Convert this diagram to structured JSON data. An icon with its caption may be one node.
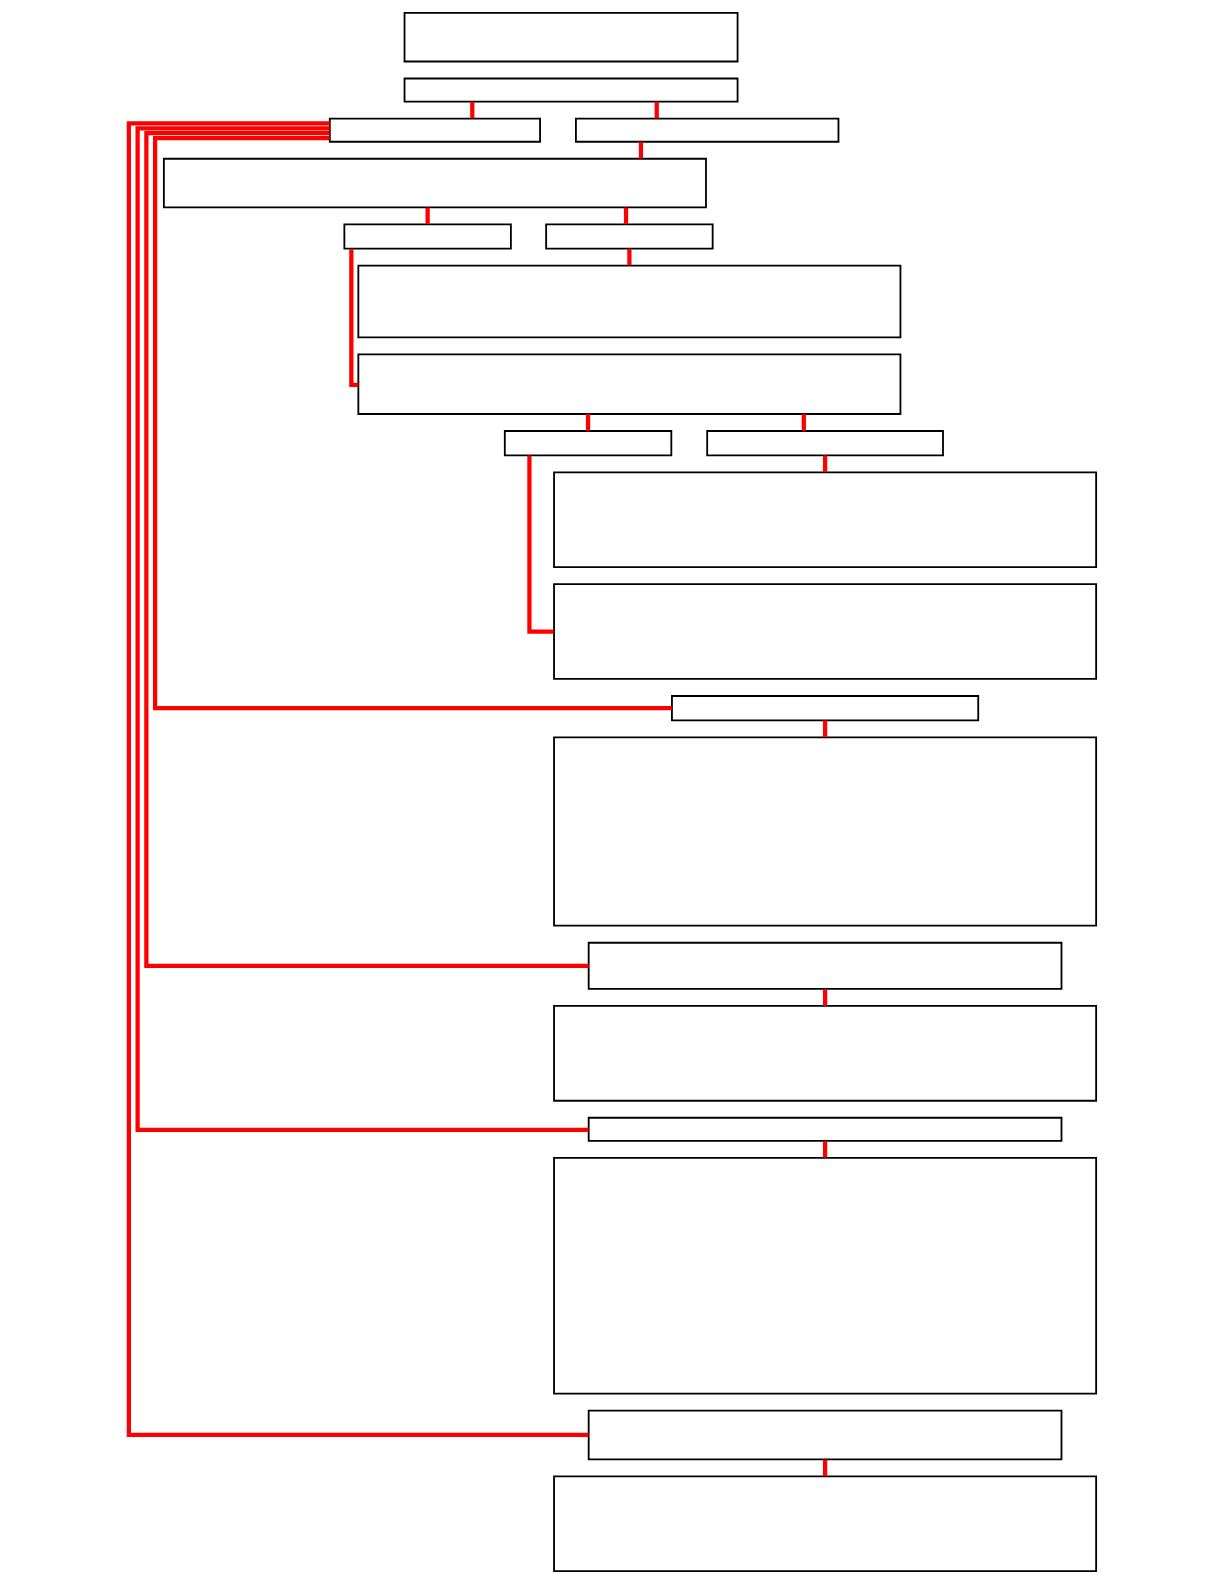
{
  "diagram": {
    "nodes": [
      {
        "text": [],
        "shape": "box"
      },
      {
        "text": [],
        "shape": "box"
      },
      {
        "text": [],
        "shape": "box"
      },
      {
        "text": [],
        "shape": "box"
      },
      {
        "text": [],
        "shape": "box"
      },
      {
        "text": [],
        "shape": "box"
      },
      {
        "text": [],
        "shape": "box"
      },
      {
        "text": [],
        "shape": "box"
      },
      {
        "text": [],
        "shape": "box"
      },
      {
        "text": [],
        "shape": "box"
      },
      {
        "text": [],
        "shape": "box"
      },
      {
        "text": [],
        "shape": "box"
      },
      {
        "text": [],
        "shape": "box"
      },
      {
        "text": [],
        "shape": "box"
      },
      {
        "text": [],
        "shape": "box"
      },
      {
        "text": [],
        "shape": "box"
      },
      {
        "text": [],
        "shape": "box"
      },
      {
        "text": [],
        "shape": "box"
      },
      {
        "text": [],
        "shape": "box"
      },
      {
        "text": [],
        "shape": "box"
      },
      {
        "text": [],
        "shape": "box"
      }
    ],
    "edges": [
      {
        "from": 1,
        "to": 2,
        "arrow": "none"
      },
      {
        "from": 1,
        "to": 3,
        "arrow": "none"
      },
      {
        "from": 3,
        "to": 4,
        "arrow": "none"
      },
      {
        "from": 4,
        "to": 5,
        "arrow": "none"
      },
      {
        "from": 4,
        "to": 6,
        "arrow": "none"
      },
      {
        "from": 6,
        "to": 7,
        "arrow": "none"
      },
      {
        "from": 5,
        "to": 8,
        "arrow": "none"
      },
      {
        "from": 8,
        "to": 9,
        "arrow": "none"
      },
      {
        "from": 8,
        "to": 10,
        "arrow": "none"
      },
      {
        "from": 10,
        "to": 11,
        "arrow": "none"
      },
      {
        "from": 9,
        "to": 12,
        "arrow": "none"
      },
      {
        "from": 2,
        "to": 13,
        "arrow": "none"
      },
      {
        "from": 13,
        "to": 14,
        "arrow": "none"
      },
      {
        "from": 2,
        "to": 15,
        "arrow": "none"
      },
      {
        "from": 15,
        "to": 16,
        "arrow": "none"
      },
      {
        "from": 2,
        "to": 17,
        "arrow": "none"
      },
      {
        "from": 17,
        "to": 18,
        "arrow": "none"
      },
      {
        "from": 2,
        "to": 19,
        "arrow": "none"
      },
      {
        "from": 19,
        "to": 20,
        "arrow": "none"
      }
    ]
  }
}
